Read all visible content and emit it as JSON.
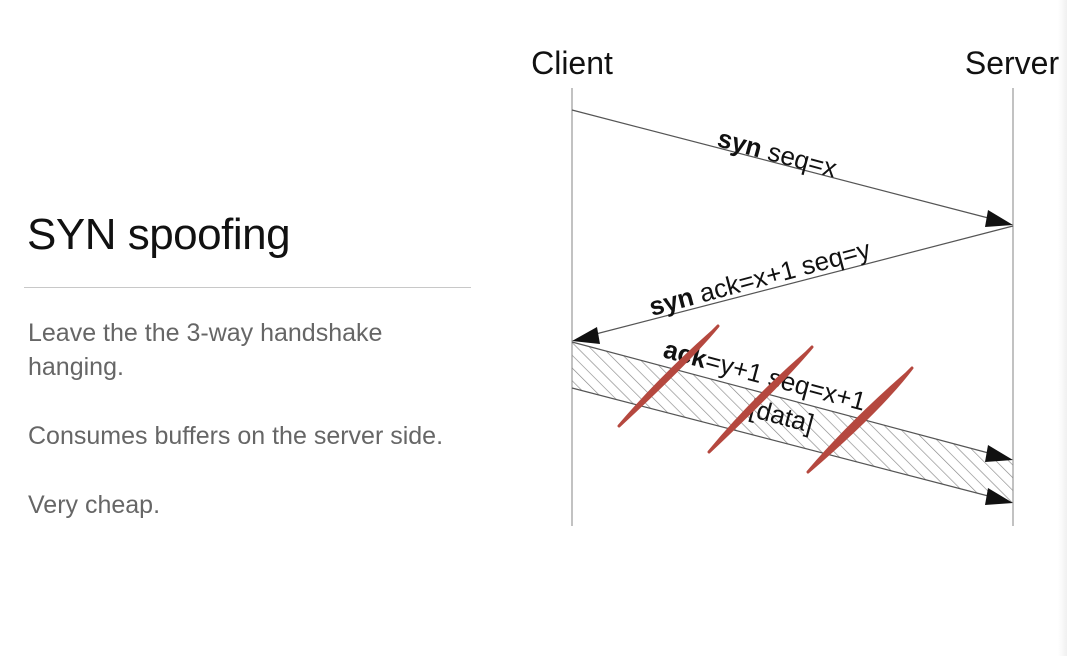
{
  "slide": {
    "title": "SYN spoofing",
    "bullets": [
      "Leave the the 3-way handshake hanging.",
      "Consumes buffers on the server side.",
      "Very cheap."
    ]
  },
  "diagram": {
    "client_label": "Client",
    "server_label": "Server",
    "messages": [
      {
        "bold": "syn",
        "rest": " seq=x"
      },
      {
        "bold": "syn",
        "rest": " ack=x+1 seq=y"
      },
      {
        "bold": "ack",
        "rest": "=y+1 seq=x+1"
      }
    ],
    "data_label": "[data]",
    "strike_color": "#b5483f",
    "hatch_color": "#888888"
  }
}
